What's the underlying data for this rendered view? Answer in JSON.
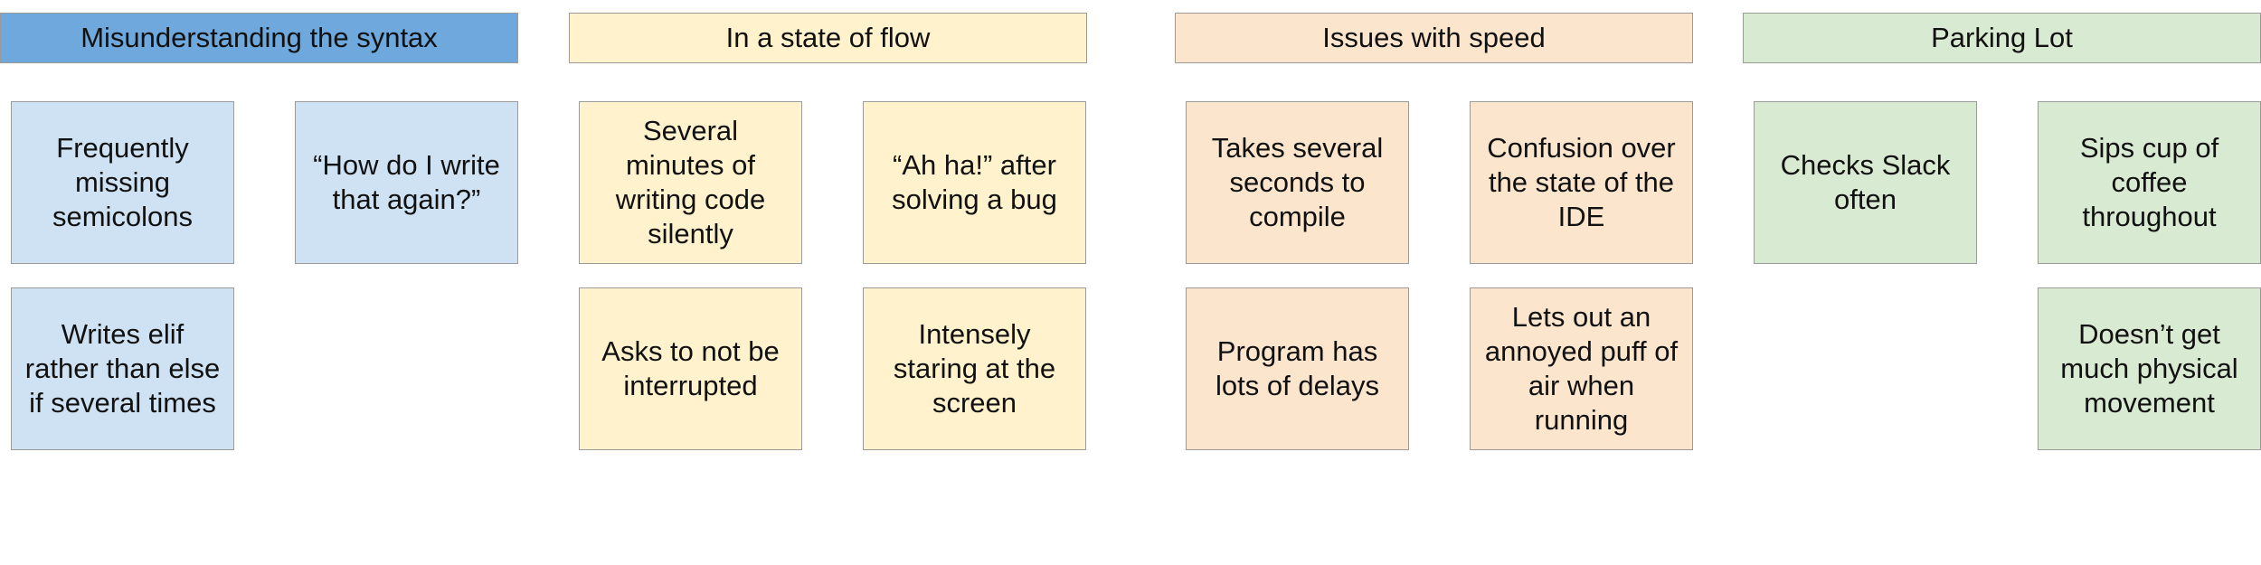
{
  "groups": [
    {
      "title": "Misunderstanding the syntax",
      "header_color": "#6fa8dc",
      "note_color": "#cfe2f3",
      "notes": [
        "Frequently missing semicolons",
        "“How do I write that again?”",
        "Writes elif rather than else if several times"
      ]
    },
    {
      "title": "In a state of flow",
      "header_color": "#fff2cc",
      "note_color": "#fff2cc",
      "notes": [
        "Several minutes of writing code silently",
        "“Ah ha!” after solving a bug",
        "Asks to not be interrupted",
        "Intensely staring at the screen"
      ]
    },
    {
      "title": "Issues with speed",
      "header_color": "#fce5cd",
      "note_color": "#fce5cd",
      "notes": [
        "Takes several seconds to compile",
        "Confusion over the state of the IDE",
        "Program has lots of delays",
        "Lets out an annoyed puff of air when running"
      ]
    },
    {
      "title": "Parking Lot",
      "header_color": "#d9ead3",
      "note_color": "#d9ead3",
      "notes": [
        "Checks Slack often",
        "Sips cup of coffee throughout",
        "Doesn’t get much physical movement"
      ]
    }
  ]
}
